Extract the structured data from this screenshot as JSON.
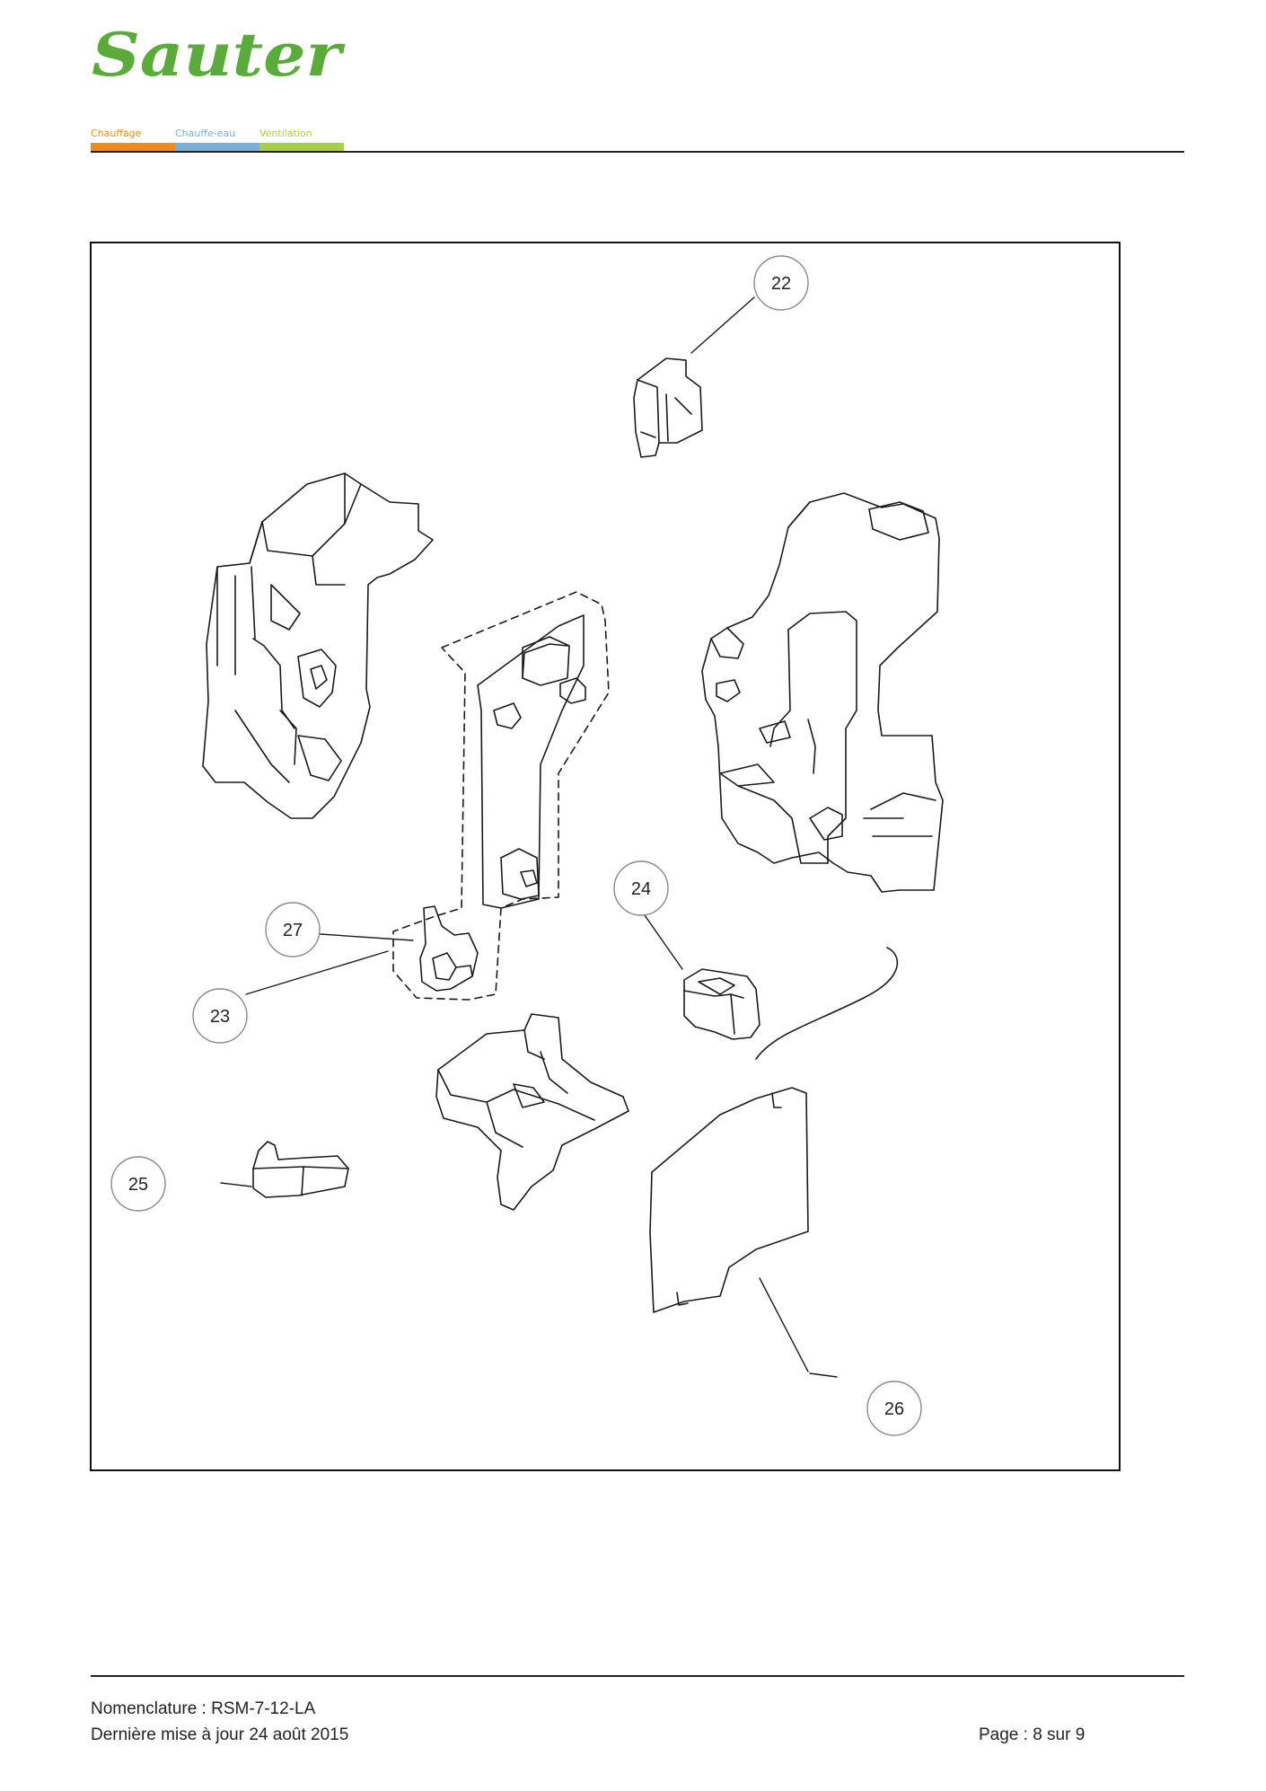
{
  "header": {
    "brand": "Sauter",
    "brand_color": "#5aab3c",
    "categories": [
      {
        "label": "Chauffage",
        "color": "#f08a1c"
      },
      {
        "label": "Chauffe-eau",
        "color": "#79b0d9"
      },
      {
        "label": "Ventilation",
        "color": "#a6cf45"
      }
    ]
  },
  "diagram": {
    "callouts": [
      {
        "id": "22"
      },
      {
        "id": "23"
      },
      {
        "id": "24"
      },
      {
        "id": "25"
      },
      {
        "id": "26"
      },
      {
        "id": "27"
      }
    ]
  },
  "footer": {
    "nomenclature": "Nomenclature : RSM-7-12-LA",
    "updated": "Dernière mise à jour 24 août 2015",
    "page": "Page : 8 sur 9"
  }
}
